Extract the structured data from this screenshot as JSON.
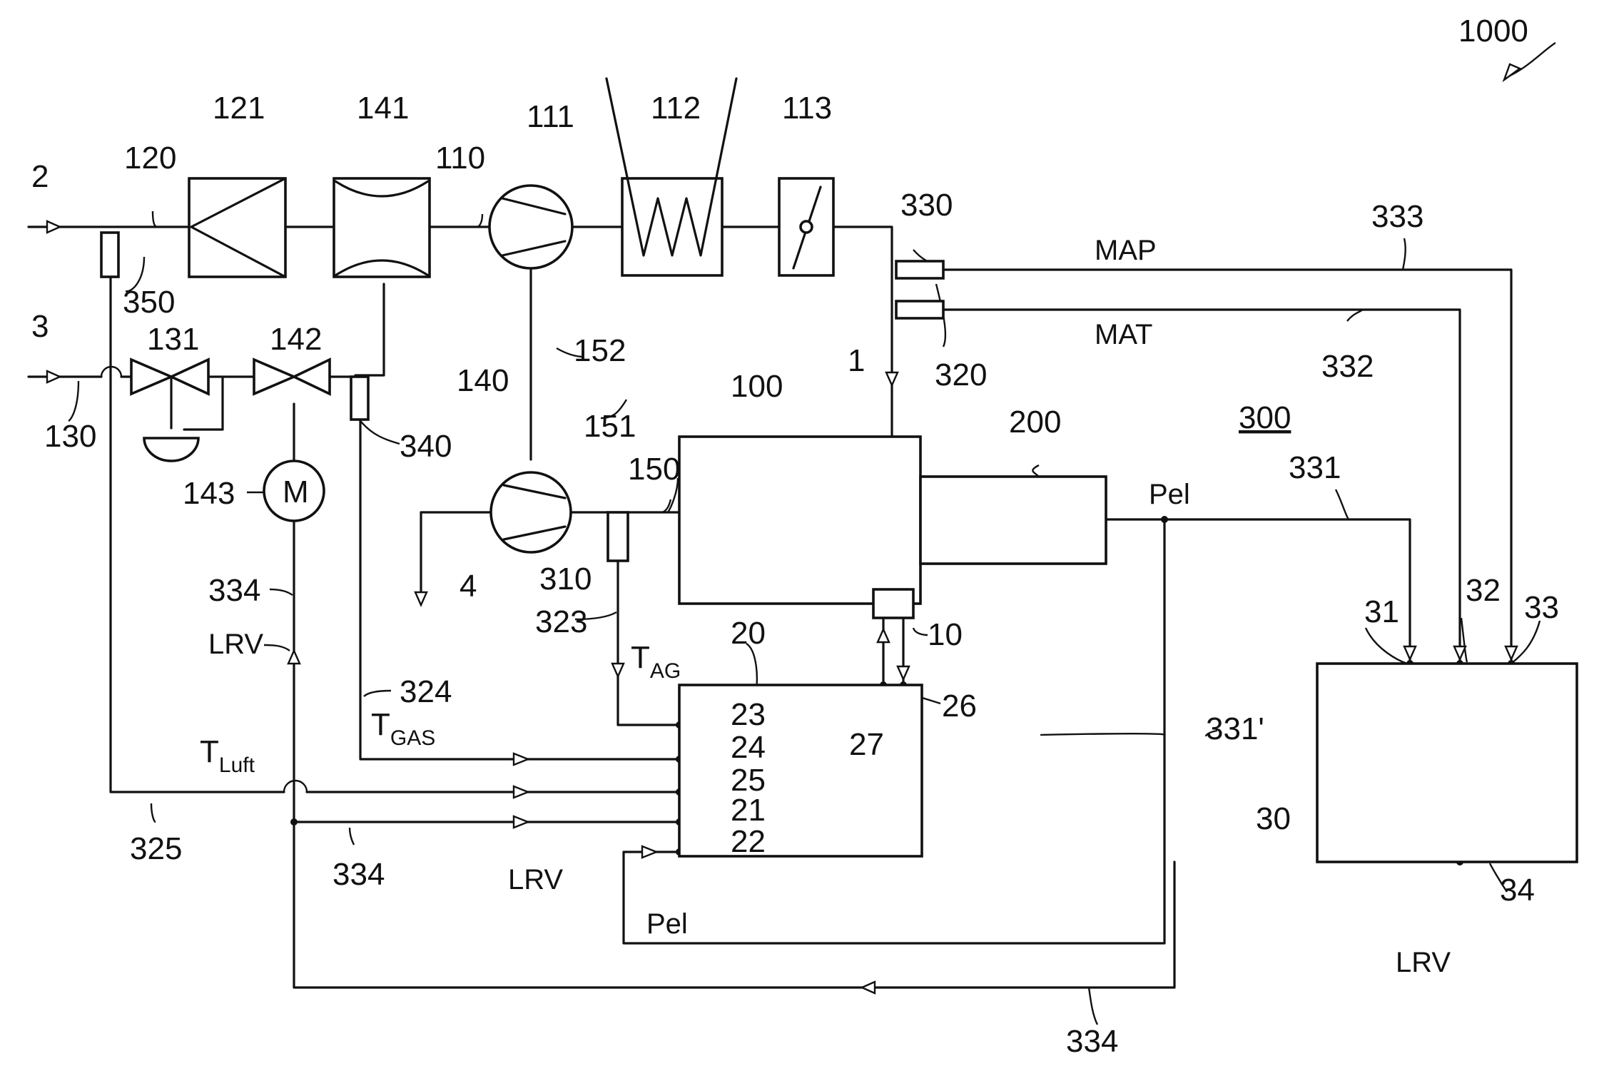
{
  "figure": {
    "ref": "1000"
  },
  "components": {
    "compressor_111": "111",
    "intercooler_112": "112",
    "throttle_113": "113",
    "air_filter_121": "121",
    "mixer_141": "141",
    "mixer_group_140": "140",
    "valve_131": "131",
    "valve_142": "142",
    "motor_143": "143",
    "motor_symbol": "M",
    "turbine_151": "151",
    "engine_100": "100",
    "generator_200": "200",
    "sensor_10": "10",
    "controller_20": "20",
    "controller_30": "30",
    "system_300": "300"
  },
  "lines": {
    "inlet_2": "2",
    "inlet_3": "3",
    "outlet_4": "4",
    "charge_1": "1",
    "line_110": "110",
    "line_120": "120",
    "line_130": "130",
    "line_150": "150",
    "shaft_152": "152",
    "line_331": "331",
    "line_331p": "331'",
    "line_332": "332",
    "line_333": "333",
    "line_334a": "334",
    "line_334b": "334",
    "line_334c": "334",
    "line_323": "323",
    "line_324": "324",
    "line_325": "325"
  },
  "sensors": {
    "s310": "310",
    "s320": "320",
    "s330": "330",
    "s340": "340",
    "s350": "350"
  },
  "ports": {
    "p21": "21",
    "p22": "22",
    "p23": "23",
    "p24": "24",
    "p25": "25",
    "p26": "26",
    "p27": "27",
    "p31": "31",
    "p32": "32",
    "p33": "33",
    "p34": "34"
  },
  "signals": {
    "map": "MAP",
    "mat": "MAT",
    "pel_top": "Pel",
    "pel_bottom": "Pel",
    "lrv_motor": "LRV",
    "lrv_mid": "LRV",
    "lrv_bottom": "LRV",
    "t_ag": {
      "main": "T",
      "sub": "AG"
    },
    "t_gas": {
      "main": "T",
      "sub": "GAS"
    },
    "t_luft": {
      "main": "T",
      "sub": "Luft"
    }
  }
}
